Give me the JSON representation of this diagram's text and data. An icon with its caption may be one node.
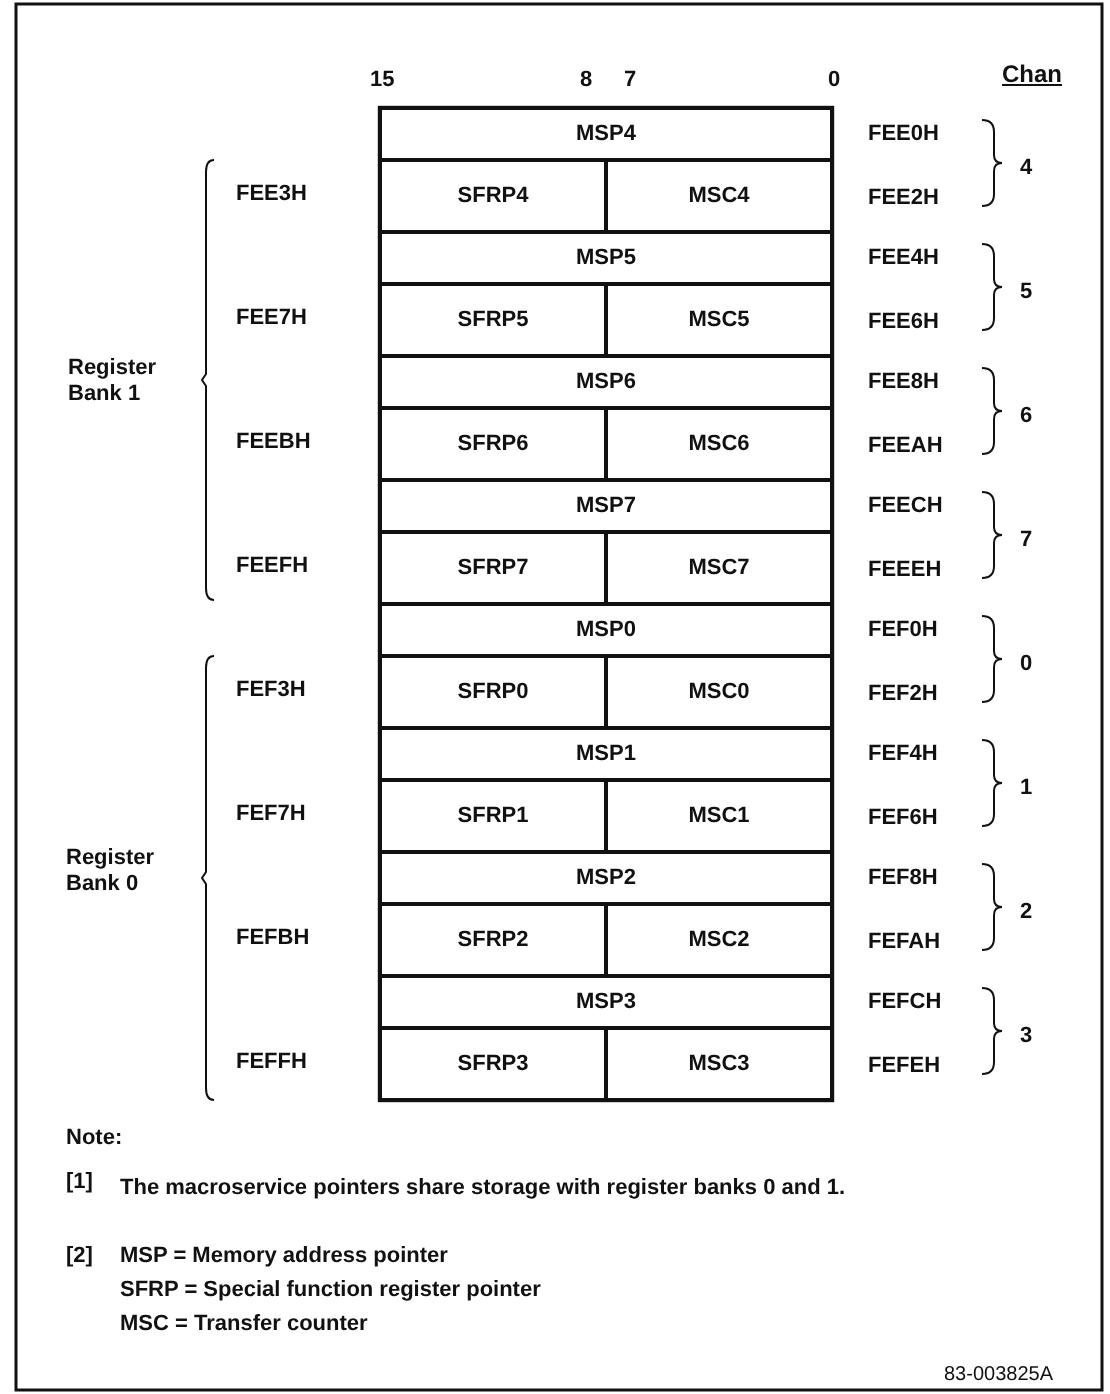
{
  "diagram": {
    "nodes": [
      {
        "text": [
          "MSP4"
        ]
      },
      {
        "text": [
          "SFRP4"
        ]
      },
      {
        "text": [
          "MSC4"
        ]
      },
      {
        "text": [
          "MSP5"
        ]
      },
      {
        "text": [
          "SFRP5"
        ]
      },
      {
        "text": [
          "MSC5"
        ]
      },
      {
        "text": [
          "MSP6"
        ]
      },
      {
        "text": [
          "SFRP6"
        ]
      },
      {
        "text": [
          "MSC6"
        ]
      },
      {
        "text": [
          "MSP7"
        ]
      },
      {
        "text": [
          "SFRP7"
        ]
      },
      {
        "text": [
          "MSC7"
        ]
      },
      {
        "text": [
          "MSP0"
        ]
      },
      {
        "text": [
          "SFRP0"
        ]
      },
      {
        "text": [
          "MSC0"
        ]
      },
      {
        "text": [
          "MSP1"
        ]
      },
      {
        "text": [
          "SFRP1"
        ]
      },
      {
        "text": [
          "MSC1"
        ]
      },
      {
        "text": [
          "MSP2"
        ]
      },
      {
        "text": [
          "SFRP2"
        ]
      },
      {
        "text": [
          "MSC2"
        ]
      },
      {
        "text": [
          "MSP3"
        ]
      },
      {
        "text": [
          "SFRP3"
        ]
      },
      {
        "text": [
          "MSC3"
        ]
      }
    ],
    "labels": [
      "15",
      "8",
      "7",
      "0",
      "Chan",
      "FEE3H",
      "FEE0H",
      "FEE2H",
      "4",
      "FEE7H",
      "FEE4H",
      "FEE6H",
      "5",
      "FEEBH",
      "FEE8H",
      "FEEAH",
      "6",
      "FEEFH",
      "FEECH",
      "FEEEH",
      "7",
      "FEF3H",
      "FEF0H",
      "FEF2H",
      "0",
      "FEF7H",
      "FEF4H",
      "FEF6H",
      "1",
      "FEFBH",
      "FEF8H",
      "FEFAH",
      "2",
      "FEFFH",
      "FEFCH",
      "FEFEH",
      "3",
      "Register Bank 1",
      "Register Bank 0",
      "Note:",
      "[1]",
      "The macroservice pointers share storage with register banks 0 and 1.",
      "[2]",
      "MSP = Memory address pointer",
      "SFRP = Special function register pointer",
      "MSC = Transfer counter",
      "83-003825A"
    ]
  }
}
